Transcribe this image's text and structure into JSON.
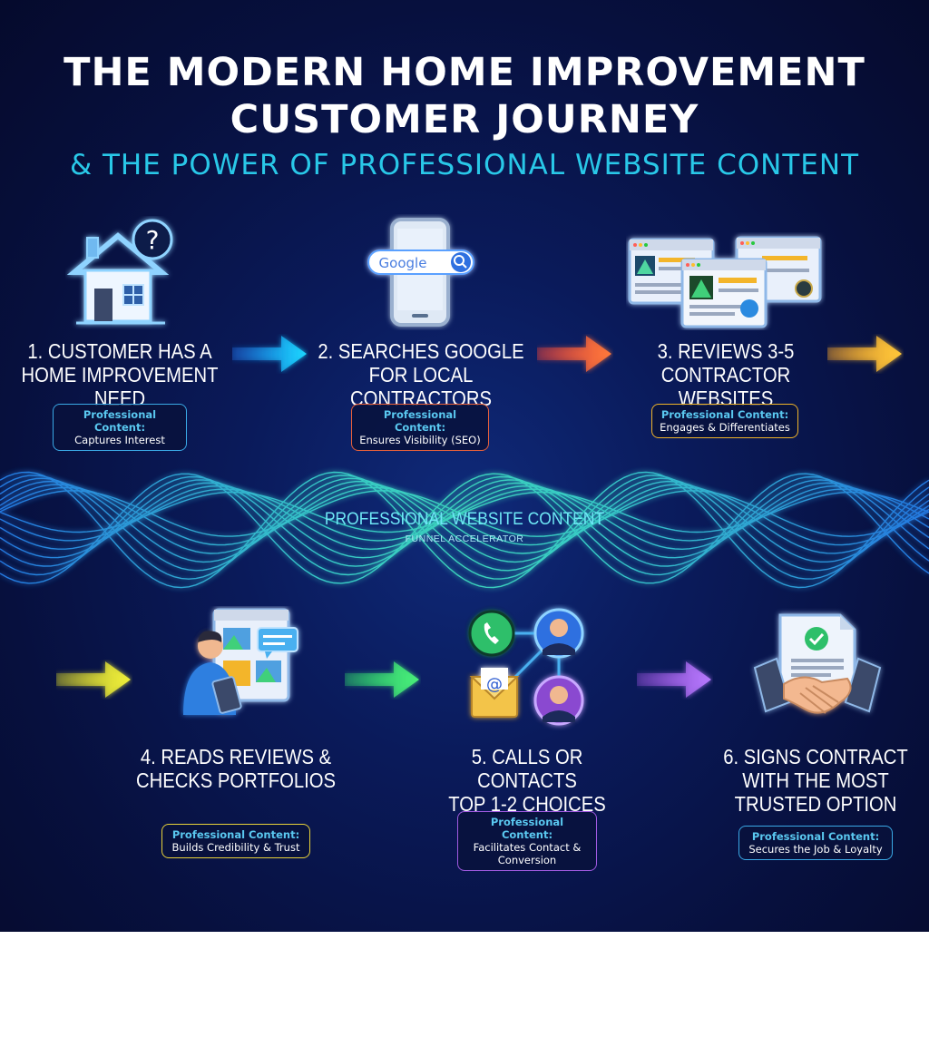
{
  "header": {
    "title_line1": "THE MODERN HOME IMPROVEMENT",
    "title_line2": "CUSTOMER JOURNEY",
    "subtitle": "& THE POWER OF PROFESSIONAL WEBSITE CONTENT"
  },
  "center": {
    "title": "PROFESSIONAL WEBSITE CONTENT",
    "subtitle": "FUNNEL ACCELERATOR"
  },
  "steps": [
    {
      "line1": "1. CUSTOMER HAS A",
      "line2": "HOME IMPROVEMENT NEED",
      "line3": "",
      "badge_head": "Professional Content:",
      "badge_text": "Captures Interest",
      "badge_text2": "",
      "color": "#3aa9e6"
    },
    {
      "line1": "2. SEARCHES GOOGLE",
      "line2": "FOR LOCAL CONTRACTORS",
      "line3": "",
      "badge_head": "Professional Content:",
      "badge_text": "Ensures Visibility (SEO)",
      "badge_text2": "",
      "color": "#e8603a"
    },
    {
      "line1": "3. REVIEWS 3-5",
      "line2": "CONTRACTOR WEBSITES",
      "line3": "",
      "badge_head": "Professional Content:",
      "badge_text": "Engages & Differentiates",
      "badge_text2": "",
      "color": "#f0b429"
    },
    {
      "line1": "4. READS REVIEWS &",
      "line2": "CHECKS PORTFOLIOS",
      "line3": "",
      "badge_head": "Professional Content:",
      "badge_text": "Builds Credibility & Trust",
      "badge_text2": "",
      "color": "#e8d23a"
    },
    {
      "line1": "5. CALLS OR CONTACTS",
      "line2": "TOP 1-2 CHOICES",
      "line3": "",
      "badge_head": "Professional Content:",
      "badge_text": "Facilitates Contact &",
      "badge_text2": "Conversion",
      "color": "#a05ae0"
    },
    {
      "line1": "6. SIGNS CONTRACT",
      "line2": "WITH THE MOST",
      "line3": "TRUSTED OPTION",
      "badge_head": "Professional Content:",
      "badge_text": "Secures the Job & Loyalty",
      "badge_text2": "",
      "color": "#3aa9e6"
    }
  ],
  "icons": {
    "search_brand": "Google",
    "question_mark": "?",
    "email_symbol": "@"
  }
}
